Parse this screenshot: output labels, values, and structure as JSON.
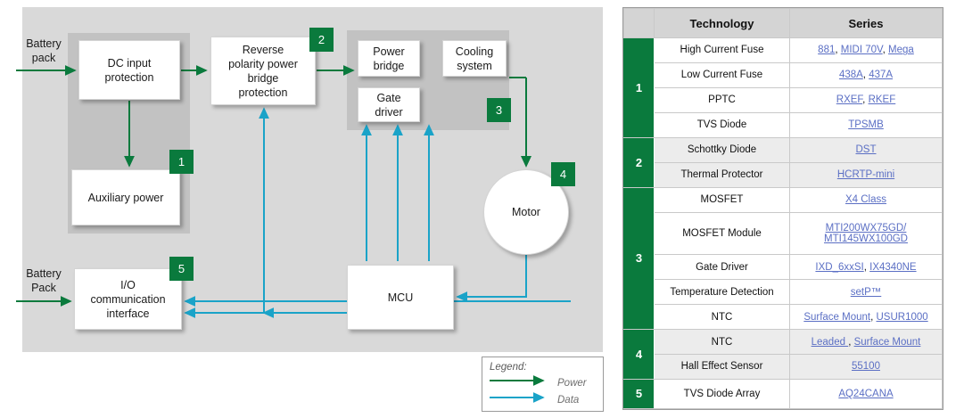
{
  "diagram": {
    "external_labels": [
      {
        "id": "battery-pack-top",
        "text": "Battery\npack"
      },
      {
        "id": "battery-pack-bottom",
        "text": "Battery\nPack"
      }
    ],
    "nodes": [
      {
        "id": "dc-input-protection",
        "label": "DC input\nprotection"
      },
      {
        "id": "auxiliary-power",
        "label": "Auxiliary power"
      },
      {
        "id": "reverse-polarity",
        "label": "Reverse\npolarity power\nbridge\nprotection"
      },
      {
        "id": "power-bridge",
        "label": "Power\nbridge"
      },
      {
        "id": "gate-driver",
        "label": "Gate\ndriver"
      },
      {
        "id": "cooling-system",
        "label": "Cooling\nsystem"
      },
      {
        "id": "motor",
        "label": "Motor"
      },
      {
        "id": "mcu",
        "label": "MCU"
      },
      {
        "id": "io-interface",
        "label": "I/O\ncommunication\ninterface"
      }
    ],
    "badges": [
      "1",
      "2",
      "3",
      "4",
      "5"
    ],
    "legend": {
      "title": "Legend:",
      "power": "Power",
      "data": "Data"
    },
    "colors": {
      "power_line": "#0a7a3d",
      "data_line": "#1aa3c8",
      "badge": "#0a7a3d",
      "panel": "#d9d9d9",
      "subgroup": "#c2c2c2"
    }
  },
  "table": {
    "headers": [
      "",
      "Technology",
      "Series"
    ],
    "rows": [
      {
        "group": "1",
        "rowspan": 4,
        "shaded": false,
        "technology": "High Current Fuse",
        "series": [
          {
            "text": "881",
            "link": true
          },
          {
            "text": ", ",
            "link": false
          },
          {
            "text": "MIDI 70V",
            "link": true
          },
          {
            "text": ", ",
            "link": false
          },
          {
            "text": "Mega",
            "link": true
          }
        ]
      },
      {
        "group": null,
        "shaded": false,
        "technology": "Low Current Fuse",
        "series": [
          {
            "text": "438A",
            "link": true
          },
          {
            "text": ", ",
            "link": false
          },
          {
            "text": "437A",
            "link": true
          }
        ]
      },
      {
        "group": null,
        "shaded": false,
        "technology": "PPTC",
        "series": [
          {
            "text": "RXEF",
            "link": true
          },
          {
            "text": ", ",
            "link": false
          },
          {
            "text": "RKEF",
            "link": true
          }
        ]
      },
      {
        "group": null,
        "shaded": false,
        "technology": "TVS Diode",
        "series": [
          {
            "text": "TPSMB",
            "link": true
          }
        ]
      },
      {
        "group": "2",
        "rowspan": 2,
        "shaded": true,
        "technology": "Schottky Diode",
        "series": [
          {
            "text": "DST",
            "link": true
          }
        ]
      },
      {
        "group": null,
        "shaded": true,
        "technology": "Thermal Protector",
        "series": [
          {
            "text": "HCRTP-mini",
            "link": true
          }
        ]
      },
      {
        "group": "3",
        "rowspan": 5,
        "shaded": false,
        "technology": "MOSFET",
        "series": [
          {
            "text": "X4 Class",
            "link": true
          }
        ]
      },
      {
        "group": null,
        "shaded": false,
        "technology": "MOSFET Module",
        "series": [
          {
            "text": "MTI200WX75GD/",
            "link": true
          },
          {
            "text": "\n",
            "link": false
          },
          {
            "text": "MTI145WX100GD",
            "link": true
          }
        ]
      },
      {
        "group": null,
        "shaded": false,
        "technology": "Gate Driver",
        "series": [
          {
            "text": "IXD_6xxSI",
            "link": true
          },
          {
            "text": ", ",
            "link": false
          },
          {
            "text": "IX4340NE",
            "link": true
          }
        ]
      },
      {
        "group": null,
        "shaded": false,
        "technology": "Temperature Detection",
        "series": [
          {
            "text": "setP™",
            "link": true
          }
        ]
      },
      {
        "group": null,
        "shaded": false,
        "technology": "NTC",
        "series": [
          {
            "text": "Surface Mount",
            "link": true
          },
          {
            "text": ", ",
            "link": false
          },
          {
            "text": "USUR1000",
            "link": true
          }
        ]
      },
      {
        "group": "4",
        "rowspan": 2,
        "shaded": true,
        "technology": "NTC",
        "series": [
          {
            "text": "Leaded ",
            "link": true
          },
          {
            "text": ", ",
            "link": false
          },
          {
            "text": "Surface Mount",
            "link": true
          }
        ]
      },
      {
        "group": null,
        "shaded": true,
        "technology": "Hall Effect Sensor",
        "series": [
          {
            "text": "55100",
            "link": true
          }
        ]
      },
      {
        "group": "5",
        "rowspan": 1,
        "shaded": false,
        "technology": "TVS Diode Array",
        "series": [
          {
            "text": "AQ24CANA",
            "link": true
          }
        ]
      }
    ]
  }
}
